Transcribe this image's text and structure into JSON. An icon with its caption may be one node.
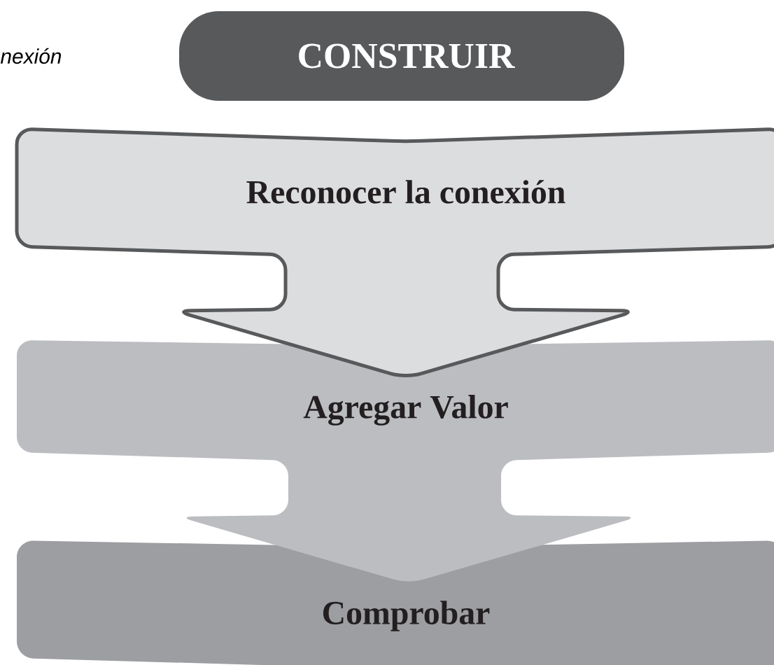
{
  "diagram": {
    "nodes": [
      {
        "text": [
          "CONSTRUIR"
        ]
      },
      {
        "text": [
          "Reconocer la conexión"
        ]
      },
      {
        "text": [
          "Agregar Valor"
        ]
      },
      {
        "text": [
          "Comprobar"
        ]
      }
    ],
    "labels": [
      "nexión"
    ]
  }
}
